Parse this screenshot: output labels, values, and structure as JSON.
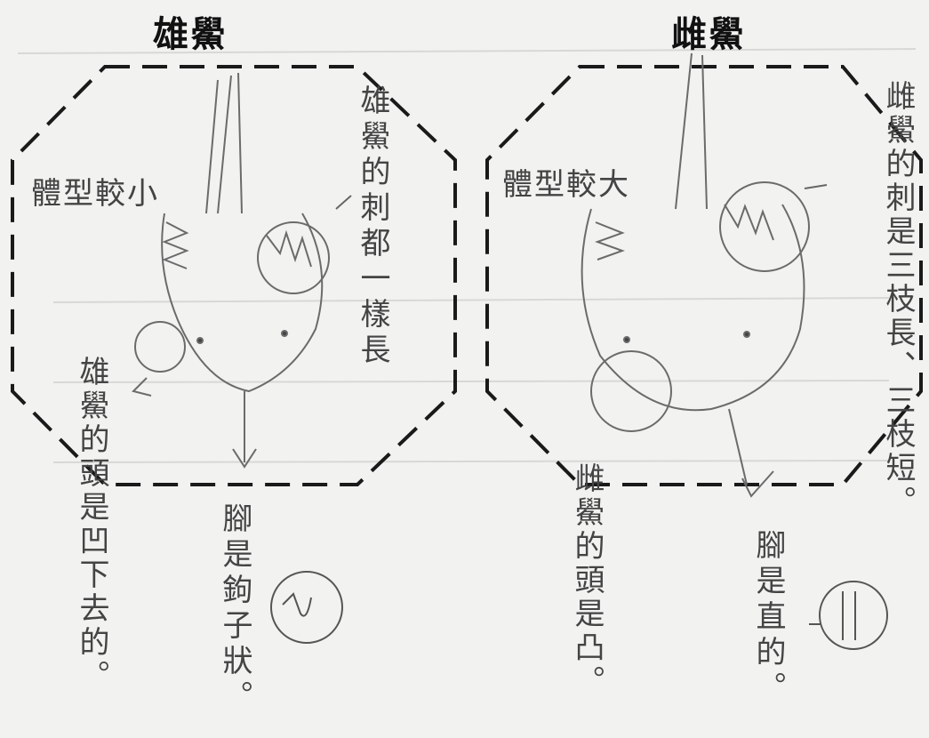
{
  "titles": {
    "male": "雄鱟",
    "female": "雌鱟"
  },
  "male": {
    "body_note": "體型較小",
    "spine_note": "雄鱟的刺都一樣長",
    "head_note": "雄鱟的頭是凹下去的。",
    "foot_note": "腳是鉤子狀。"
  },
  "female": {
    "body_note": "體型較大",
    "spine_note": "雌鱟的刺是三枝長、三枝短。",
    "head_note": "雌鱟的頭是凸。",
    "foot_note": "腳是直的。"
  }
}
